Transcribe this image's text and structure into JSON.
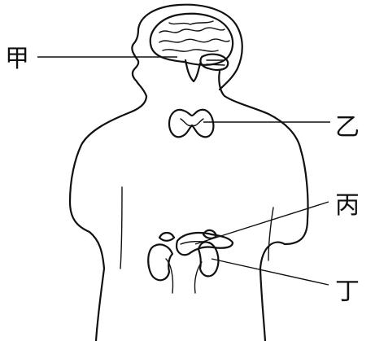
{
  "labels": {
    "jia": "甲",
    "yi": "乙",
    "bing": "丙",
    "ding": "丁"
  },
  "parts": {
    "head": "head-outline",
    "brain": "brain-icon",
    "thyroid": "thyroid-icon",
    "pancreas": "pancreas-icon",
    "kidneys": "kidney-icon",
    "adrenal": "adrenal-gland-icon"
  },
  "colors": {
    "ink": "#111111",
    "background": "#ffffff"
  }
}
